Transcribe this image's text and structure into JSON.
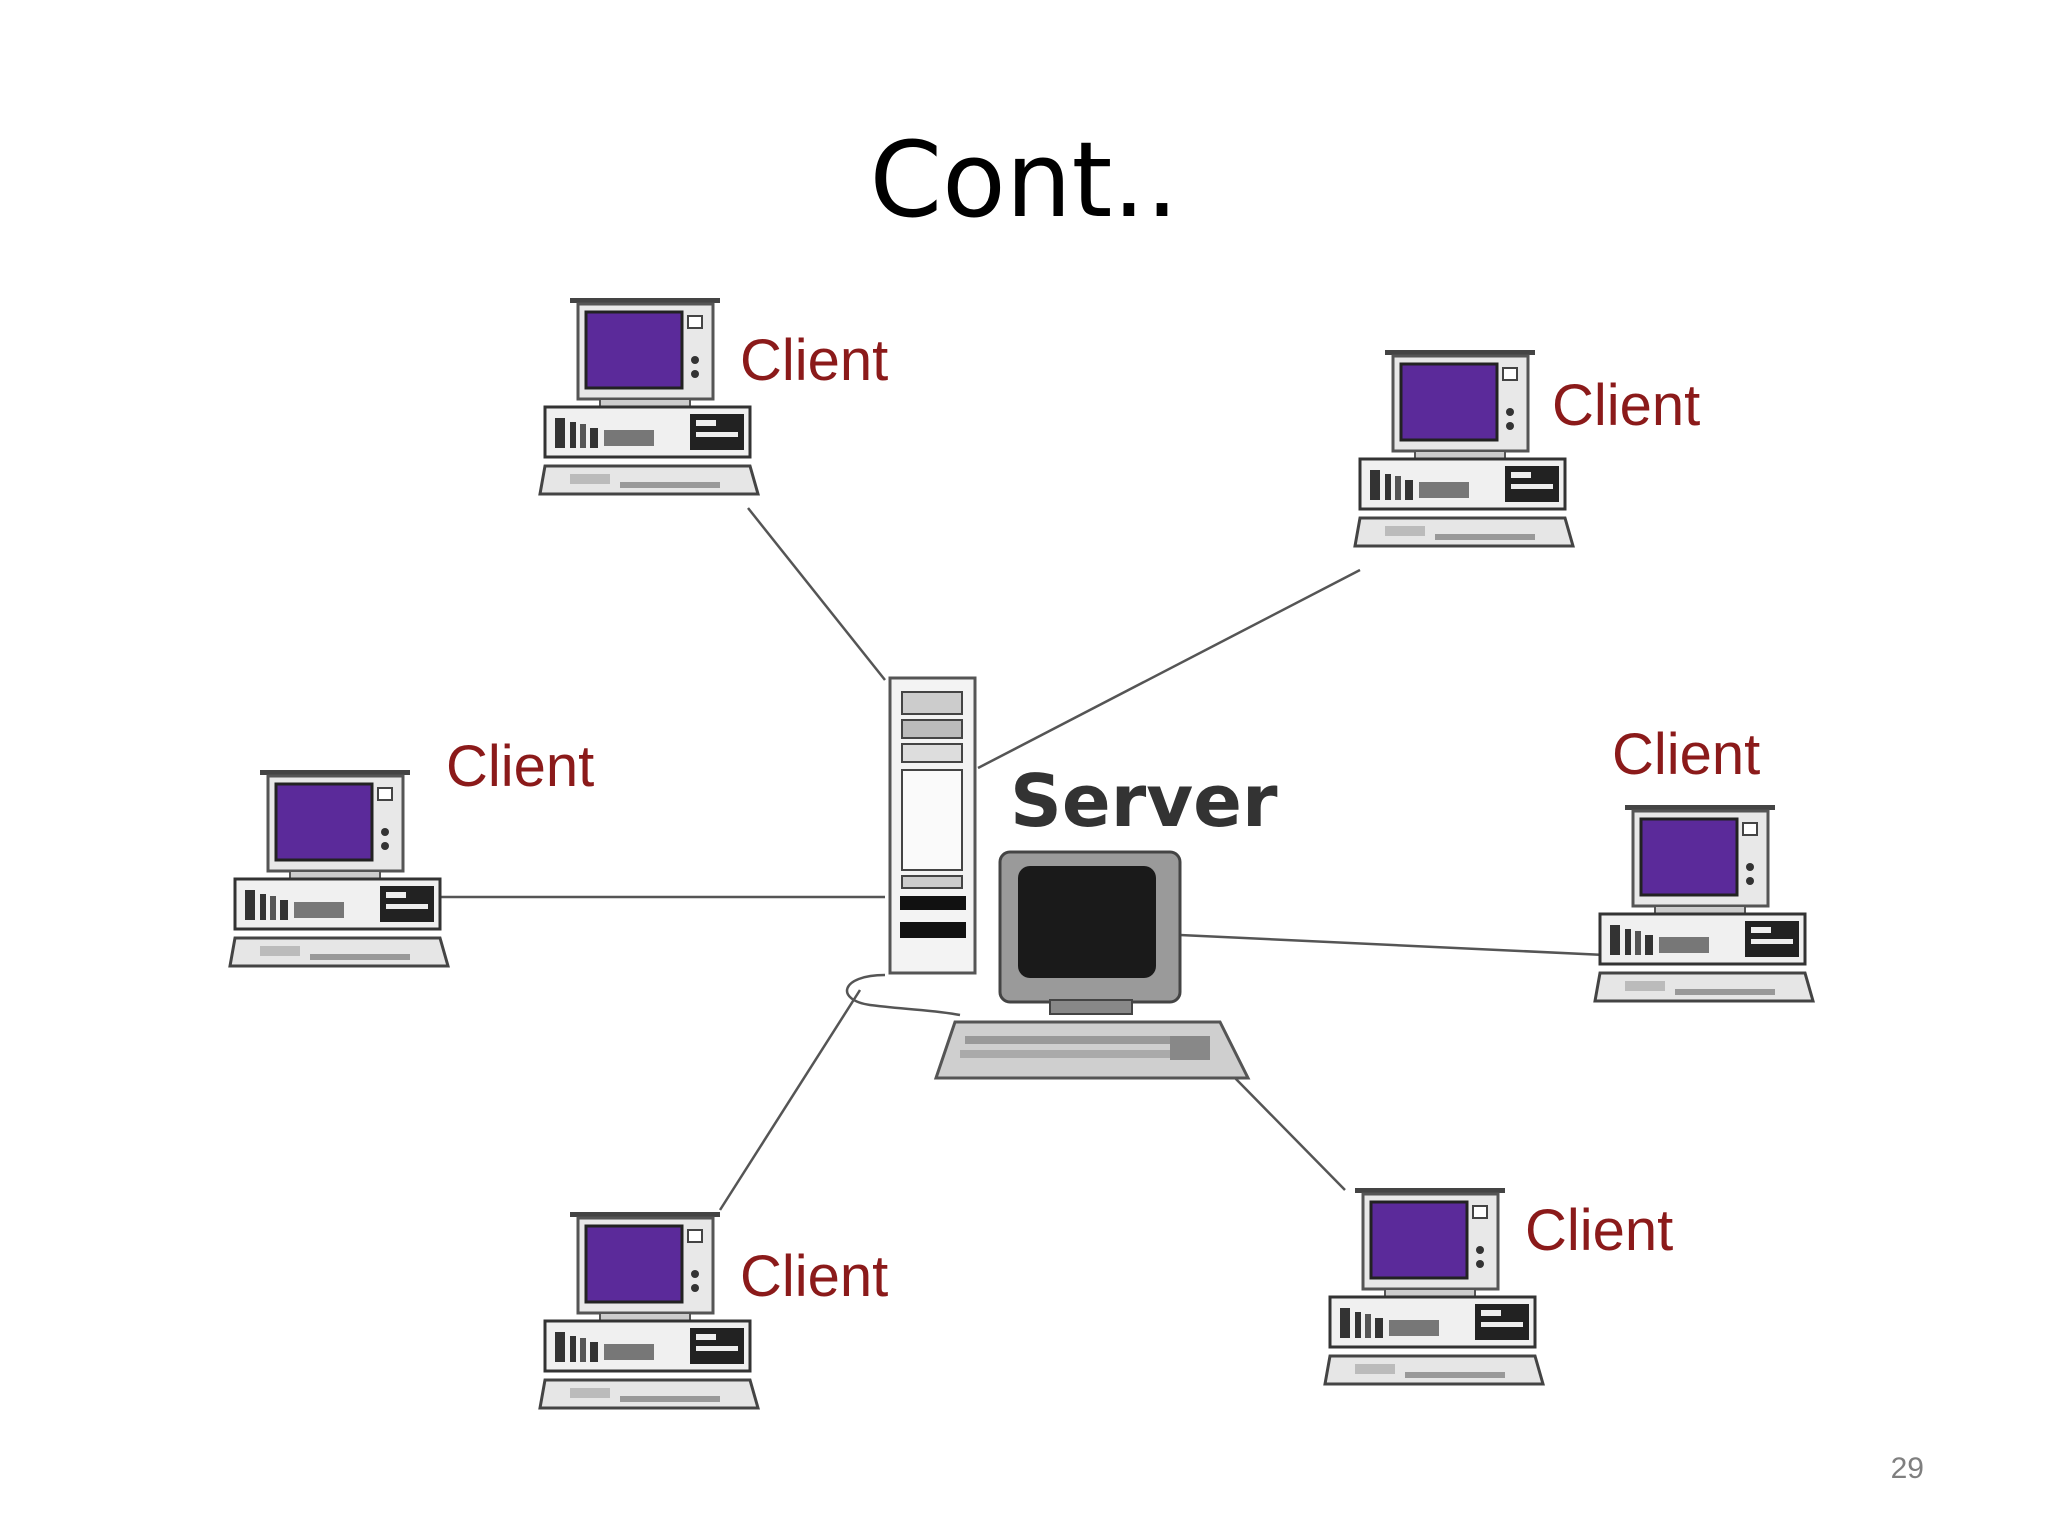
{
  "slide": {
    "title": "Cont..",
    "page_number": "29"
  },
  "diagram": {
    "server_label": "Server",
    "clients": [
      {
        "label": "Client"
      },
      {
        "label": "Client"
      },
      {
        "label": "Client"
      },
      {
        "label": "Client"
      },
      {
        "label": "Client"
      },
      {
        "label": "Client"
      }
    ],
    "colors": {
      "client_label": "#8b1a1a",
      "screen": "#5b2a9a",
      "connection": "#555555",
      "server_label": "#333333"
    }
  }
}
